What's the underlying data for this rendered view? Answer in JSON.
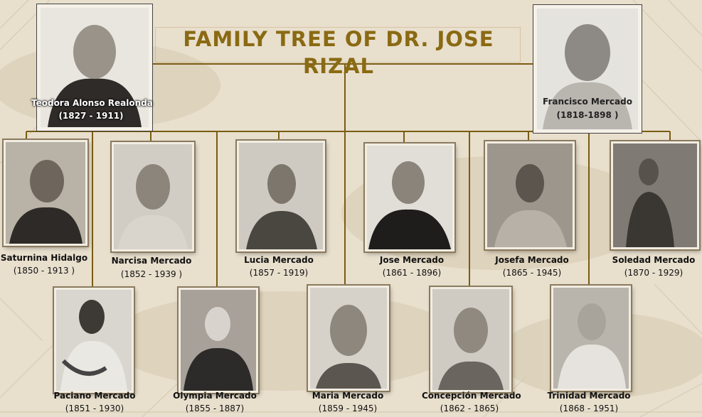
{
  "title": "FAMILY TREE OF DR. JOSE RIZAL",
  "parents": {
    "mother": {
      "name": "Teodora Alonso Realonda",
      "years": "(1827 - 1911)"
    },
    "father": {
      "name": "Francisco Mercado",
      "years": "(1818-1898 )"
    }
  },
  "children_top": [
    {
      "name": "Saturnina Hidalgo",
      "years": "(1850 - 1913 )"
    },
    {
      "name": "Narcisa Mercado",
      "years": "(1852 - 1939 )"
    },
    {
      "name": "Lucia Mercado",
      "years": "(1857 - 1919)"
    },
    {
      "name": "Jose Mercado",
      "years": "(1861 - 1896)"
    },
    {
      "name": "Josefa Mercado",
      "years": "(1865 - 1945)"
    },
    {
      "name": "Soledad Mercado",
      "years": "(1870 - 1929)"
    }
  ],
  "children_bottom": [
    {
      "name": "Paciano Mercado",
      "years": "(1851 - 1930)"
    },
    {
      "name": "Olympia Mercado",
      "years": "(1855 - 1887)"
    },
    {
      "name": "Maria Mercado",
      "years": "(1859 - 1945)"
    },
    {
      "name": "Concepción Mercado",
      "years": "(1862 - 1865)"
    },
    {
      "name": "Trinidad Mercado",
      "years": "(1868 - 1951)"
    }
  ]
}
